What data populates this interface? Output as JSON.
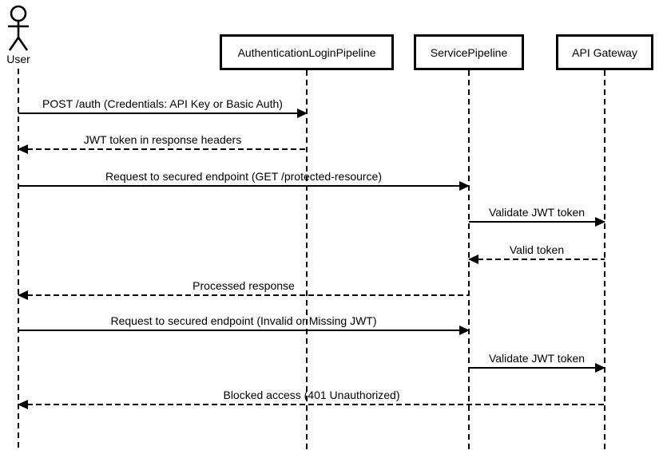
{
  "diagram": {
    "kind": "uml-sequence-diagram",
    "colors": {
      "line": "#000000",
      "background": "#ffffff",
      "text": "#000000"
    },
    "actor": {
      "label": "User"
    },
    "participants": [
      {
        "label": "AuthenticationLoginPipeline"
      },
      {
        "label": "ServicePipeline"
      },
      {
        "label": "API Gateway"
      }
    ],
    "messages": [
      {
        "from": "User",
        "to": "AuthenticationLoginPipeline",
        "line": "solid",
        "label": "POST /auth (Credentials: API Key or Basic Auth)"
      },
      {
        "from": "AuthenticationLoginPipeline",
        "to": "User",
        "line": "dashed",
        "label": "JWT token in response headers"
      },
      {
        "from": "User",
        "to": "ServicePipeline",
        "line": "solid",
        "label": "Request to secured endpoint (GET /protected-resource)"
      },
      {
        "from": "ServicePipeline",
        "to": "API Gateway",
        "line": "solid",
        "label": "Validate JWT token"
      },
      {
        "from": "API Gateway",
        "to": "ServicePipeline",
        "line": "dashed",
        "label": "Valid token"
      },
      {
        "from": "ServicePipeline",
        "to": "User",
        "line": "dashed",
        "label": "Processed response"
      },
      {
        "from": "User",
        "to": "ServicePipeline",
        "line": "solid",
        "label": "Request to secured endpoint (Invalid or Missing JWT)"
      },
      {
        "from": "ServicePipeline",
        "to": "API Gateway",
        "line": "solid",
        "label": "Validate JWT token"
      },
      {
        "from": "API Gateway",
        "to": "User",
        "line": "dashed",
        "label": "Blocked access (401 Unauthorized)"
      }
    ]
  }
}
